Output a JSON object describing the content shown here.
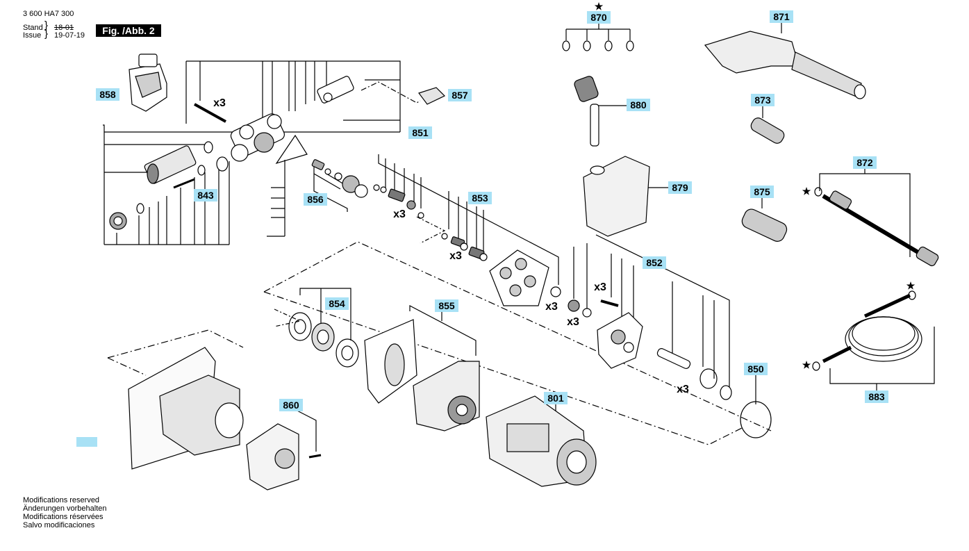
{
  "header": {
    "doc_number": "3 600 HA7 300",
    "stand_label": "Stand",
    "issue_label": "Issue",
    "stand_date": "18-01",
    "issue_date": "19-07-19",
    "figure_label": "Fig. /Abb. 2"
  },
  "parts": {
    "p801": "801",
    "p843": "843",
    "p850": "850",
    "p851": "851",
    "p852": "852",
    "p853": "853",
    "p854": "854",
    "p855": "855",
    "p856": "856",
    "p857": "857",
    "p858": "858",
    "p860": "860",
    "p870": "870",
    "p871": "871",
    "p872": "872",
    "p873": "873",
    "p875": "875",
    "p879": "879",
    "p880": "880",
    "p883": "883"
  },
  "multipliers": {
    "x3": "x3"
  },
  "symbols": {
    "star": "★"
  },
  "notes": [
    "Modifications reserved",
    "Änderungen vorbehalten",
    "Modifications réservées",
    "Salvo modificaciones"
  ],
  "colors": {
    "label_bg": "#a8e1f5",
    "line": "#000000"
  }
}
